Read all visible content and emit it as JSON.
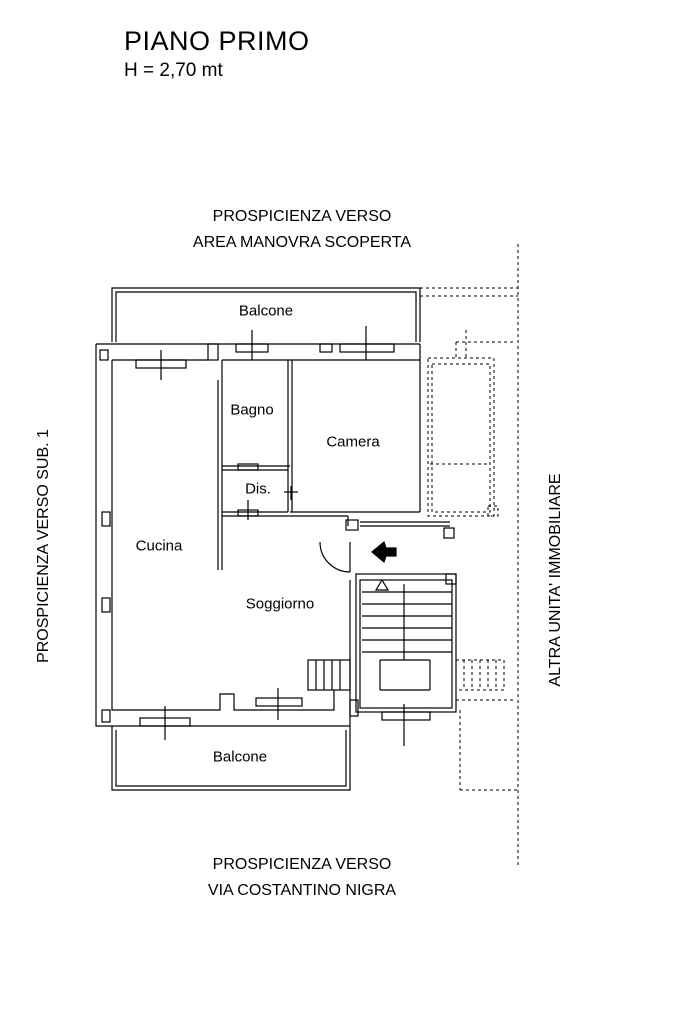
{
  "header": {
    "title": "PIANO PRIMO",
    "height_label": "H = 2,70 mt"
  },
  "orientation": {
    "top_line1": "PROSPICIENZA VERSO",
    "top_line2": "AREA MANOVRA SCOPERTA",
    "bottom_line1": "PROSPICIENZA VERSO",
    "bottom_line2": "VIA COSTANTINO NIGRA",
    "left": "PROSPICIENZA VERSO SUB. 1",
    "right": "ALTRA UNITA' IMMOBILIARE"
  },
  "rooms": {
    "balcone_top": "Balcone",
    "bagno": "Bagno",
    "camera": "Camera",
    "dis": "Dis.",
    "cucina": "Cucina",
    "soggiorno": "Soggiorno",
    "balcone_bottom": "Balcone"
  },
  "colors": {
    "line": "#000000",
    "background": "#ffffff"
  }
}
